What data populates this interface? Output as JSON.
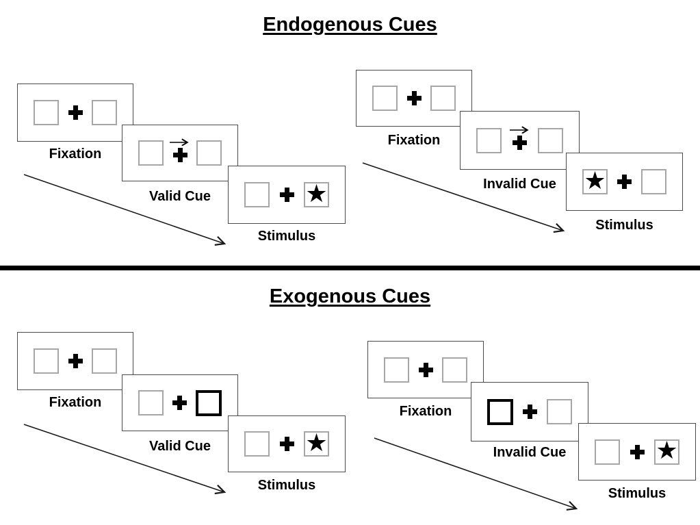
{
  "sections": [
    {
      "title": "Endogenous Cues",
      "groups": [
        {
          "condition": "valid",
          "cue_description": "central arrow above fixation cross pointing right",
          "stimulus_side": "right",
          "steps": [
            {
              "label": "Fixation"
            },
            {
              "label": "Valid Cue"
            },
            {
              "label": "Stimulus"
            }
          ]
        },
        {
          "condition": "invalid",
          "cue_description": "central arrow above fixation cross pointing right",
          "stimulus_side": "left",
          "steps": [
            {
              "label": "Fixation"
            },
            {
              "label": "Invalid Cue"
            },
            {
              "label": "Stimulus"
            }
          ]
        }
      ]
    },
    {
      "title": "Exogenous Cues",
      "groups": [
        {
          "condition": "valid",
          "cue_description": "right peripheral box highlighted with thick black border",
          "stimulus_side": "right",
          "steps": [
            {
              "label": "Fixation"
            },
            {
              "label": "Valid Cue"
            },
            {
              "label": "Stimulus"
            }
          ]
        },
        {
          "condition": "invalid",
          "cue_description": "left peripheral box highlighted with thick black border",
          "stimulus_side": "right",
          "steps": [
            {
              "label": "Fixation"
            },
            {
              "label": "Invalid Cue"
            },
            {
              "label": "Stimulus"
            }
          ]
        }
      ]
    }
  ],
  "icons": {
    "star": "★",
    "fixation_cross": "+",
    "cue_arrow": "→",
    "sequence_arrow": "↘"
  },
  "colors": {
    "ink": "#000000",
    "panel_border": "#4a4a4a",
    "placeholder_box_border": "#a6a6a6",
    "highlight_box_border": "#000000",
    "background": "#ffffff"
  }
}
